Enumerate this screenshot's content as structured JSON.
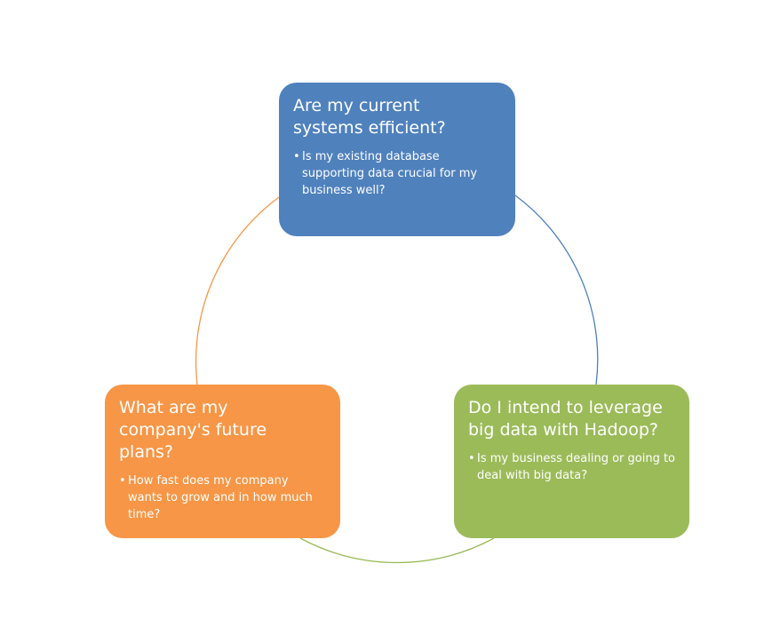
{
  "diagram": {
    "nodes": [
      {
        "id": "top",
        "title": "Are my current systems efficient?",
        "bullet": "Is my existing database supporting data crucial for my business well?",
        "color": "#4f81bd"
      },
      {
        "id": "right",
        "title": "Do I intend to leverage big data with Hadoop?",
        "bullet": "Is my business dealing or going to deal with big data?",
        "color": "#9bbb59"
      },
      {
        "id": "left",
        "title": "What are my company's future plans?",
        "bullet": "How fast does my company wants to grow and in how much time?",
        "color": "#f79646"
      }
    ],
    "bullet_symbol": "•",
    "connector_colors": {
      "top_to_right": "#4f81bd",
      "right_to_left": "#9bbb59",
      "left_to_top": "#f79646"
    }
  }
}
